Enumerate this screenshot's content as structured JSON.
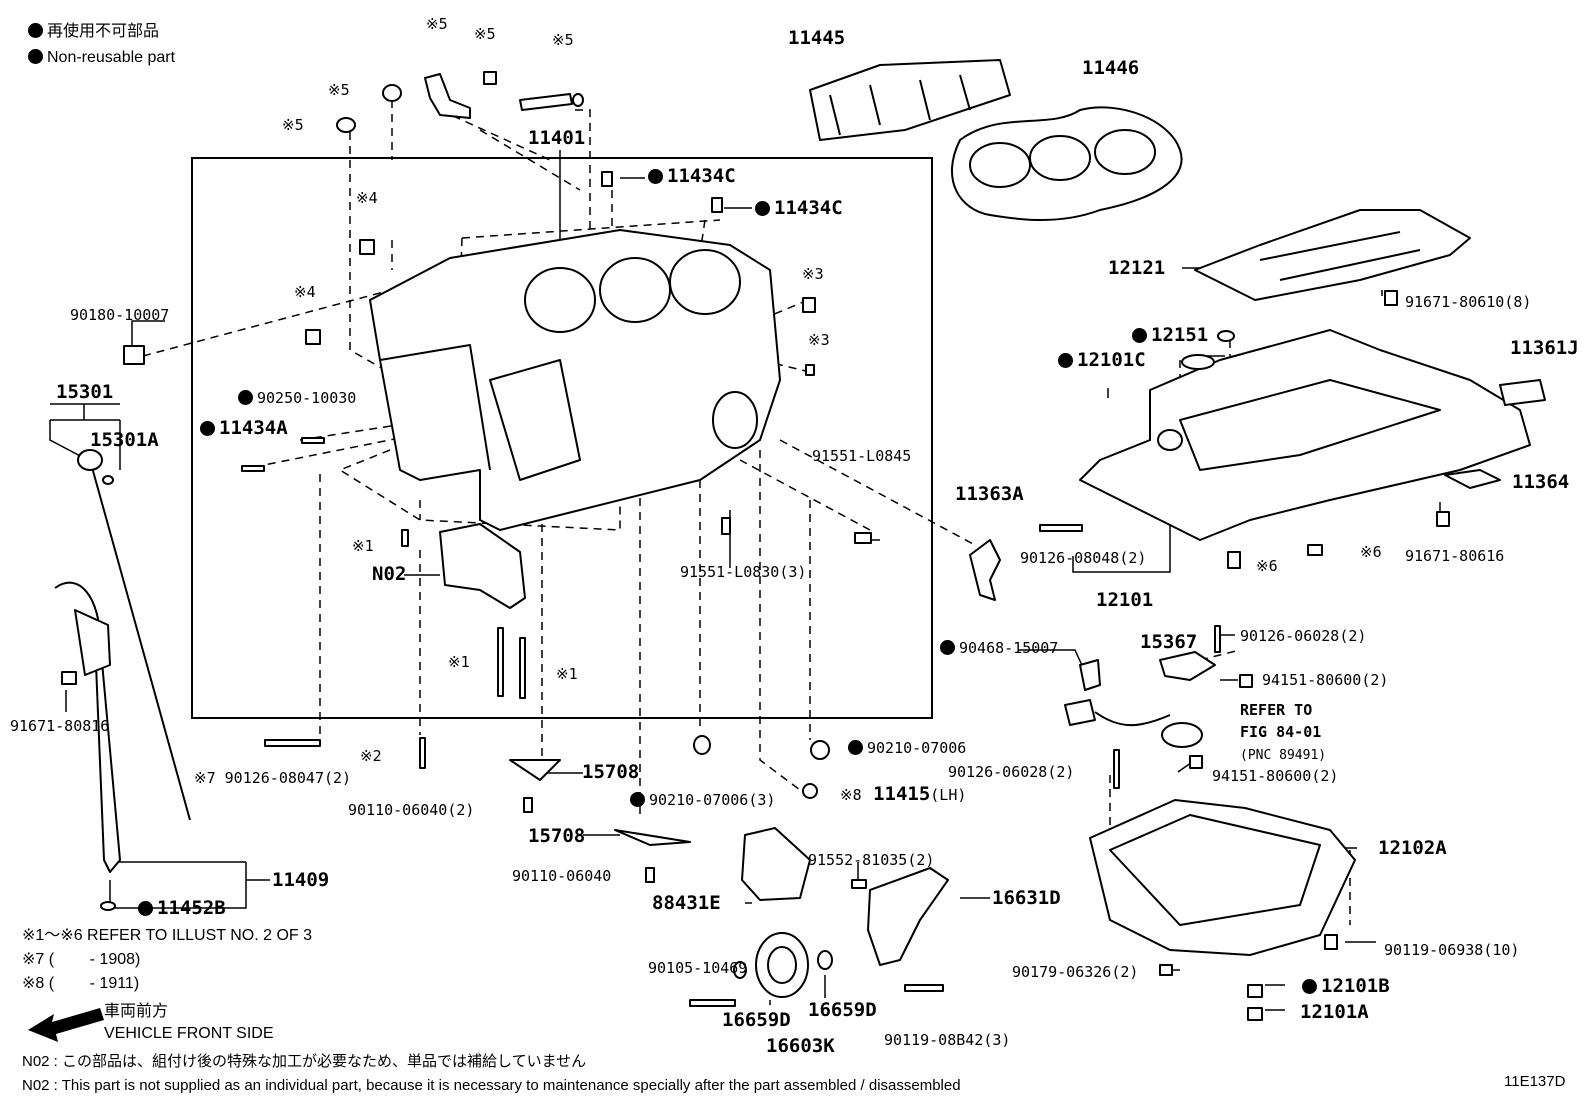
{
  "legend": {
    "nonreusable_jp": "再使用不可部品",
    "nonreusable_en": "Non-reusable part"
  },
  "labels": {
    "p11445": "11445",
    "p11446": "11446",
    "p11401": "11401",
    "p11434c_a": "11434C",
    "p11434c_b": "11434C",
    "p12121": "12121",
    "p91671_80610": "91671-80610(8)",
    "p12151": "12151",
    "p12101c": "12101C",
    "p11361j": "11361J",
    "p11364": "11364",
    "p91671_80616": "91671-80616",
    "p90180": "90180-10007",
    "p15301": "15301",
    "p15301a": "15301A",
    "p90250": "90250-10030",
    "p11434a": "11434A",
    "p91551_l0845": "91551-L0845",
    "p11363a": "11363A",
    "p91551_l0830": "91551-L0830(3)",
    "p90126_08048": "90126-08048(2)",
    "p12101": "12101",
    "p90468": "90468-15007",
    "pn02": "N02",
    "p91671_80816": "91671-80816",
    "p15367": "15367",
    "p90126_06028_a": "90126-06028(2)",
    "p94151_a": "94151-80600(2)",
    "refer1": "REFER TO",
    "refer2": "FIG 84-01",
    "refer3": "(PNC 89491)",
    "p94151_b": "94151-80600(2)",
    "p90126_08047": "90126-08047(2)",
    "p90210_a": "90210-07006",
    "p90126_06028_b": "90126-06028(2)",
    "p11415": "11415",
    "p11415_suffix": "(LH)",
    "p15708_a": "15708",
    "p90110_a": "90110-06040(2)",
    "p90210_b": "90210-07006(3)",
    "p15708_b": "15708",
    "p12102a": "12102A",
    "p91552": "91552-81035(2)",
    "p90110_b": "90110-06040",
    "p88431e": "88431E",
    "p16631d": "16631D",
    "p11409": "11409",
    "p11452b": "11452B",
    "p90119_06938": "90119-06938(10)",
    "p90105": "90105-10469",
    "p90179": "90179-06326(2)",
    "p12101b": "12101B",
    "p12101a": "12101A",
    "p16659d_a": "16659D",
    "p16659d_b": "16659D",
    "p16603k": "16603K",
    "p90119_08b42": "90119-08B42(3)"
  },
  "marks": {
    "m5a": "※5",
    "m5b": "※5",
    "m5c": "※5",
    "m5d": "※5",
    "m5e": "※5",
    "m4a": "※4",
    "m4b": "※4",
    "m3a": "※3",
    "m3b": "※3",
    "m1a": "※1",
    "m1b": "※1",
    "m1c": "※1",
    "m2": "※2",
    "m7": "※7",
    "m6a": "※6",
    "m6b": "※6",
    "m8": "※8"
  },
  "notes": {
    "refer_illust": "※1～※6  REFER TO ILLUST NO. 2 OF 3",
    "n7": "※7 (        - 1908)",
    "n8": "※8 (        - 1911)",
    "front_jp": "車両前方",
    "front_en": "VEHICLE FRONT SIDE",
    "n02_jp": "N02 : この部品は、組付け後の特殊な加工が必要なため、単品では補給していません",
    "n02_en": "N02 : This part is not supplied as an individual part, because it is necessary to maintenance specially after the part assembled / disassembled",
    "fig_id": "11E137D"
  }
}
